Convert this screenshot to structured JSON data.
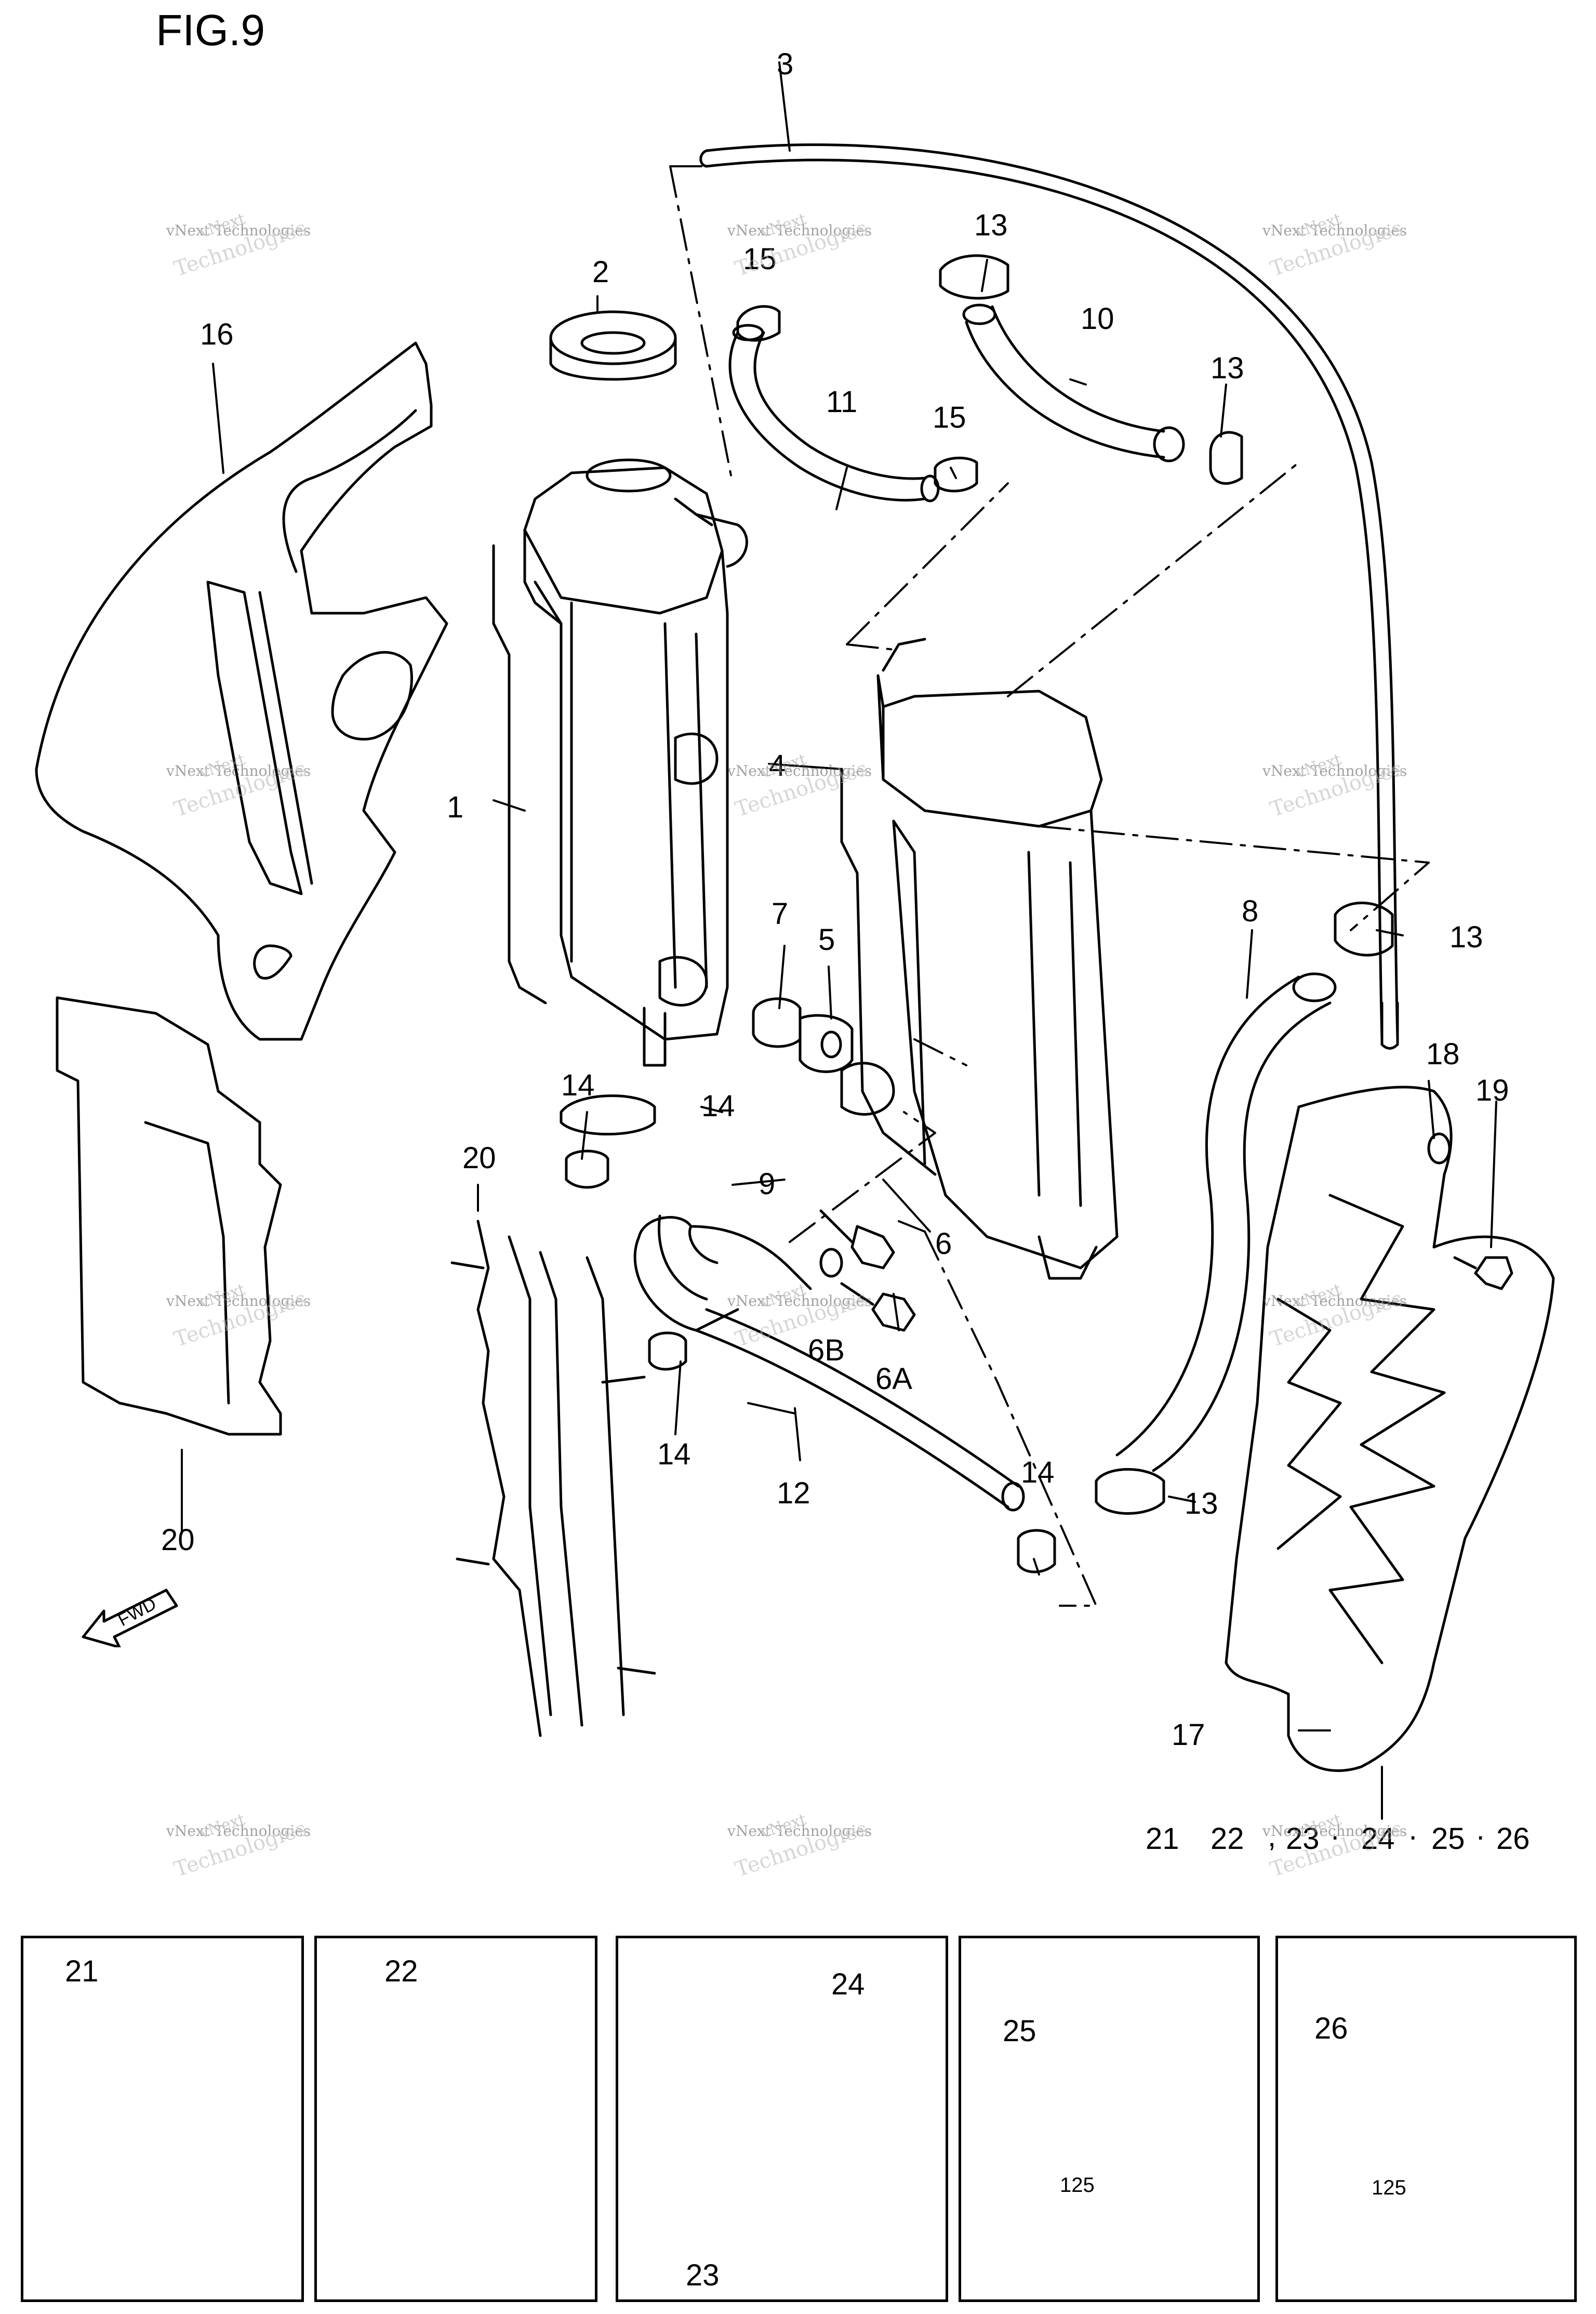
{
  "figure": {
    "title": "FIG.9"
  },
  "watermark": {
    "line1": "vNext",
    "line2": "vNext Technologies",
    "line3": "Technologies"
  },
  "icons": {
    "fwd_arrow": "fwd-arrow-icon",
    "fwd_label": "FWD"
  },
  "callouts": {
    "c1": "1",
    "c2": "2",
    "c3": "3",
    "c4": "4",
    "c5": "5",
    "c6": "6",
    "c6A": "6A",
    "c6B": "6B",
    "c7": "7",
    "c8": "8",
    "c9": "9",
    "c10": "10",
    "c11": "11",
    "c12": "12",
    "c13a": "13",
    "c13b": "13",
    "c13c": "13",
    "c13d": "13",
    "c14a": "14",
    "c14b": "14",
    "c14c": "14",
    "c14d": "14",
    "c15a": "15",
    "c15b": "15",
    "c16": "16",
    "c17": "17",
    "c18": "18",
    "c19": "19",
    "c20a": "20",
    "c20b": "20"
  },
  "variants_line": {
    "v21": "21",
    "v22": "22",
    "v23": "23",
    "v24": "24",
    "v25": "25",
    "v26": "26",
    "sep1": ",",
    "sep2": "·",
    "sep3": "·",
    "sep4": "·"
  },
  "panels": [
    {
      "label": "21"
    },
    {
      "label": "22"
    },
    {
      "label": "24",
      "label2": "23"
    },
    {
      "label": "25",
      "decal": "125"
    },
    {
      "label": "26",
      "decal": "125"
    }
  ]
}
